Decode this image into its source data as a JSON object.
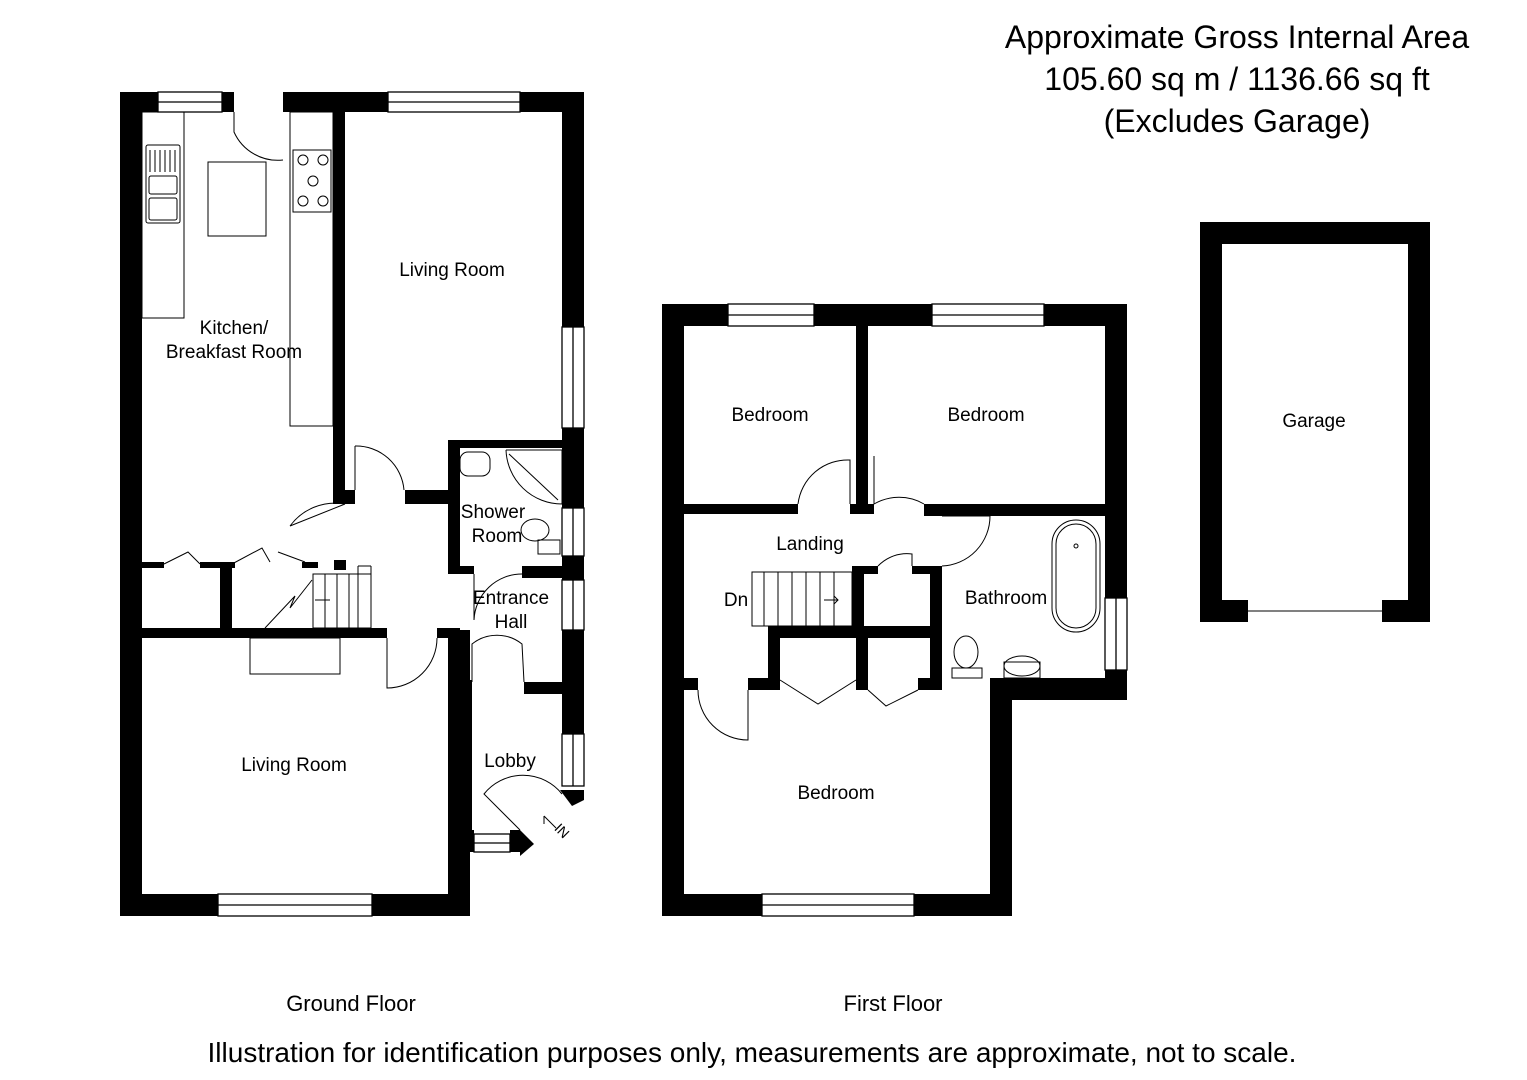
{
  "header": {
    "area_title": "Approximate Gross Internal Area",
    "area_value": "105.60 sq m / 1136.66 sq ft",
    "area_note": "(Excludes Garage)"
  },
  "ground_floor": {
    "label": "Ground Floor",
    "rooms": {
      "kitchen_line1": "Kitchen/",
      "kitchen_line2": "Breakfast Room",
      "living_room_rear": "Living Room",
      "shower_line1": "Shower",
      "shower_line2": "Room",
      "entrance_line1": "Entrance",
      "entrance_line2": "Hall",
      "living_room_front": "Living Room",
      "lobby": "Lobby"
    },
    "entrance_marker": "IN"
  },
  "first_floor": {
    "label": "First Floor",
    "rooms": {
      "bedroom_1": "Bedroom",
      "bedroom_2": "Bedroom",
      "landing": "Landing",
      "stairs_down": "Dn",
      "bathroom": "Bathroom",
      "bedroom_3": "Bedroom"
    }
  },
  "garage": {
    "label": "Garage"
  },
  "footer": {
    "disclaimer": "Illustration for identification purposes only, measurements are approximate, not to scale."
  }
}
